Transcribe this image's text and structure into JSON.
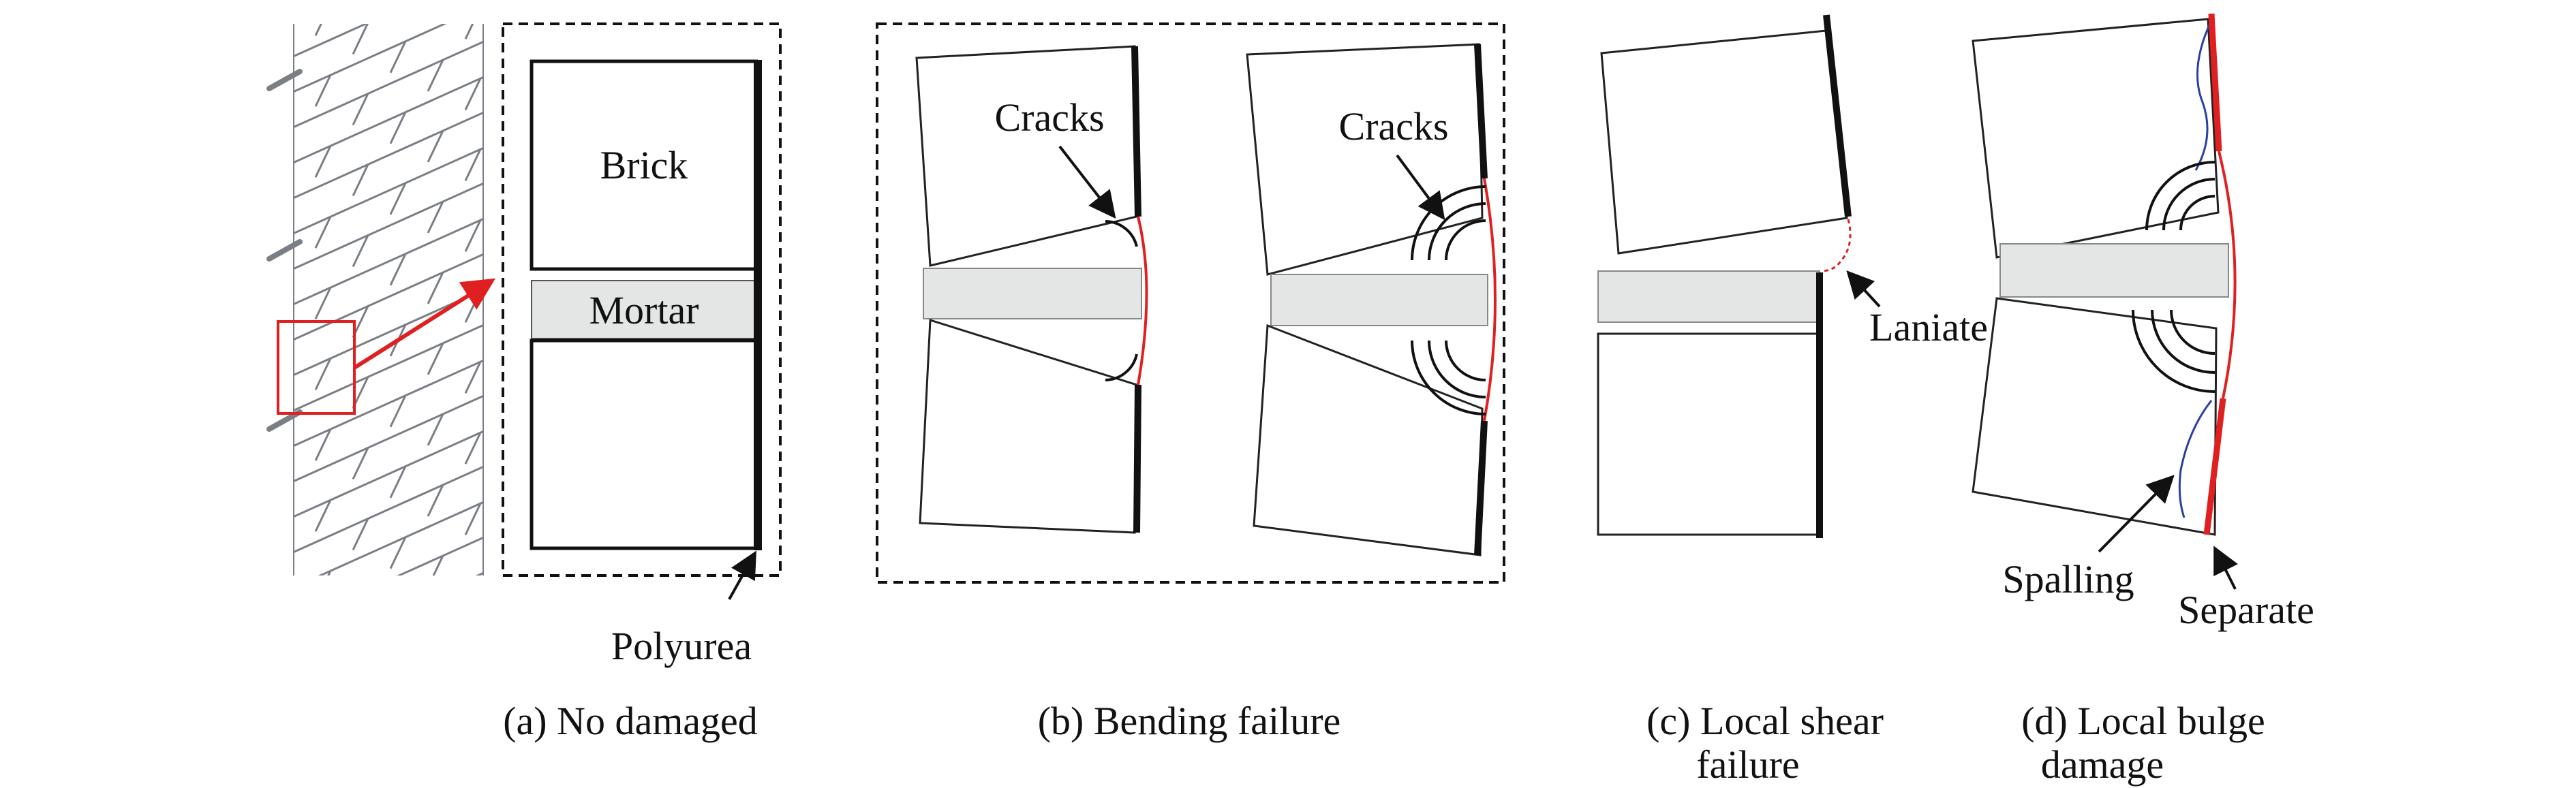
{
  "colors": {
    "ink": "#111111",
    "red": "#e02020",
    "blue": "#2a3fa0",
    "mortar": "#e4e6e6",
    "brick_grid": "#7a7f86"
  },
  "panel_a": {
    "brick_label": "Brick",
    "mortar_label": "Mortar",
    "polyurea_label": "Polyurea",
    "caption": "(a) No damaged"
  },
  "panel_b": {
    "cracks_left": "Cracks",
    "cracks_right": "Cracks",
    "caption": "(b) Bending failure"
  },
  "panel_c": {
    "laniate_label": "Laniate",
    "caption_line1": "(c) Local shear",
    "caption_line2": "failure"
  },
  "panel_d": {
    "spalling_label": "Spalling",
    "separate_label": "Separate",
    "caption_line1": "(d) Local bulge",
    "caption_line2": "damage"
  }
}
